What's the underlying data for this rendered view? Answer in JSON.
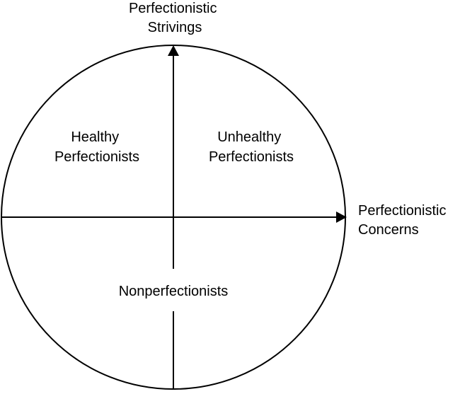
{
  "diagram": {
    "axis_y_label": {
      "line1": "Perfectionistic",
      "line2": "Strivings"
    },
    "axis_x_label": {
      "line1": "Perfectionistic",
      "line2": "Concerns"
    },
    "quadrant_upper_left": {
      "line1": "Healthy",
      "line2": "Perfectionists"
    },
    "quadrant_upper_right": {
      "line1": "Unhealthy",
      "line2": "Perfectionists"
    },
    "region_lower": {
      "line1": "Nonperfectionists"
    }
  },
  "colors": {
    "stroke": "#000000",
    "background": "#ffffff"
  }
}
